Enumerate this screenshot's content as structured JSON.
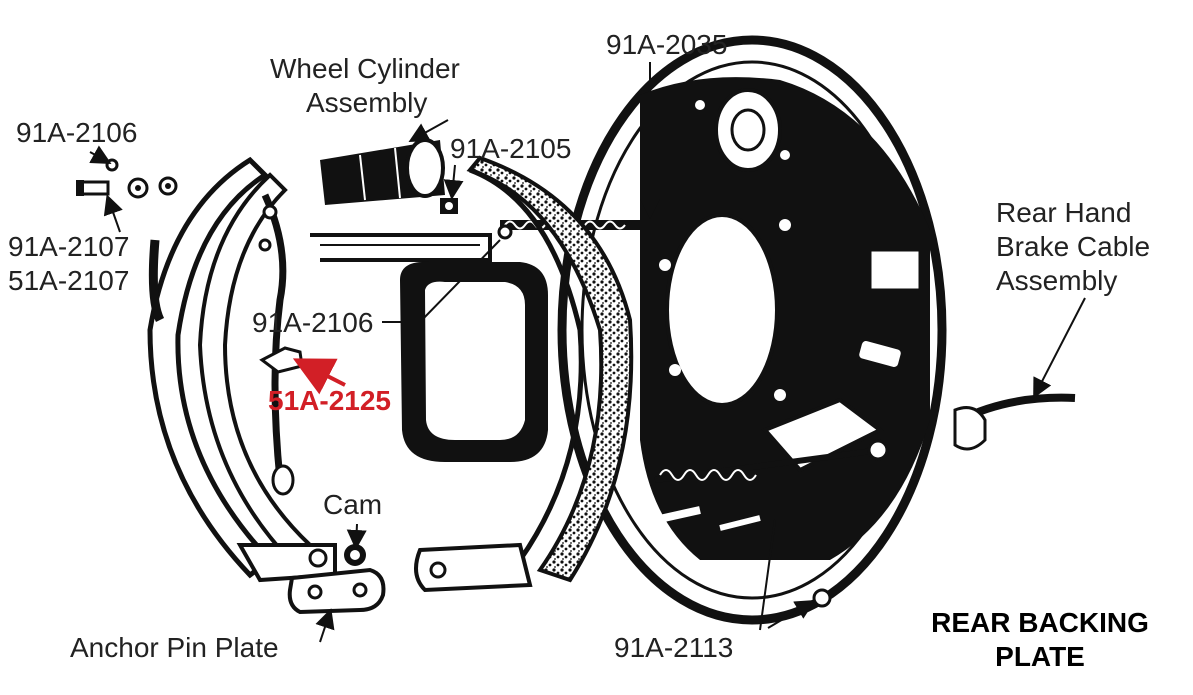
{
  "labels": {
    "wheel_cylinder": [
      "Wheel Cylinder",
      "Assembly"
    ],
    "part_2035": "91A-2035",
    "part_2106_top": "91A-2106",
    "part_2105": "91A-2105",
    "part_2107": [
      "91A-2107",
      "51A-2107"
    ],
    "part_2106_mid": "91A-2106",
    "part_2125": "51A-2125",
    "cam": "Cam",
    "anchor_pin_plate": "Anchor Pin Plate",
    "part_2113": "91A-2113",
    "hand_brake_cable": [
      "Rear Hand",
      "Brake Cable",
      "Assembly"
    ],
    "title": [
      "REAR BACKING",
      "PLATE"
    ]
  },
  "colors": {
    "ink": "#111111",
    "label_text": "#222222",
    "highlight": "#d21f26",
    "paper": "#ffffff"
  }
}
